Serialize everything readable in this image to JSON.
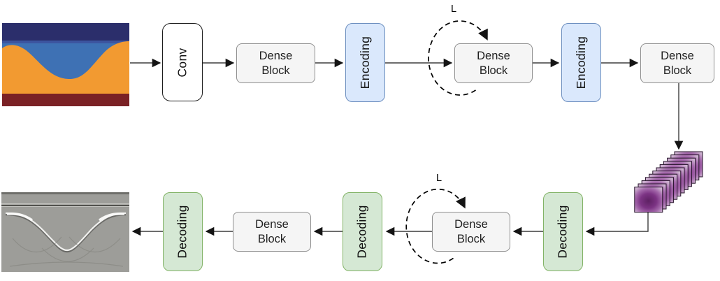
{
  "diagram": {
    "labels": {
      "conv": "Conv",
      "dense_block": "Dense Block",
      "encoding": "Encoding",
      "decoding": "Decoding",
      "loop": "L"
    },
    "flow": {
      "top_row": [
        "input-velocity-model-image",
        "Conv",
        "Dense Block",
        "Encoding",
        "Dense Block (looped L times)",
        "Encoding",
        "Dense Block",
        "feature-map-stack"
      ],
      "bottom_row_right_to_left": [
        "feature-map-stack",
        "Decoding",
        "Dense Block (looped L times)",
        "Decoding",
        "Dense Block",
        "Decoding",
        "output-seismic-image"
      ]
    },
    "palette": {
      "encoding_fill": "#dae8fc",
      "encoding_border": "#6c8ebf",
      "decoding_fill": "#d5e8d4",
      "decoding_border": "#82b366",
      "dense_fill": "#f5f5f5",
      "dense_border": "#8f8f8f",
      "conv_fill": "#ffffff",
      "conv_border": "#1c1c1c",
      "arrow": "#3d3d3d",
      "loop_dash": "#000000",
      "stack_dark": "#5e2163",
      "stack_mid": "#7c3384",
      "stack_light": "#cdb2d0",
      "stack_border": "#241028",
      "input_navy": "#2b2e6b",
      "input_navy_light": "#3c55a0",
      "input_blue": "#3e71b4",
      "input_orange": "#f29a31",
      "input_red": "#7a2125",
      "output_gray": "#9d9d99",
      "output_line_dark": "#4a4a46",
      "output_line_light": "#f0f0ee"
    }
  }
}
